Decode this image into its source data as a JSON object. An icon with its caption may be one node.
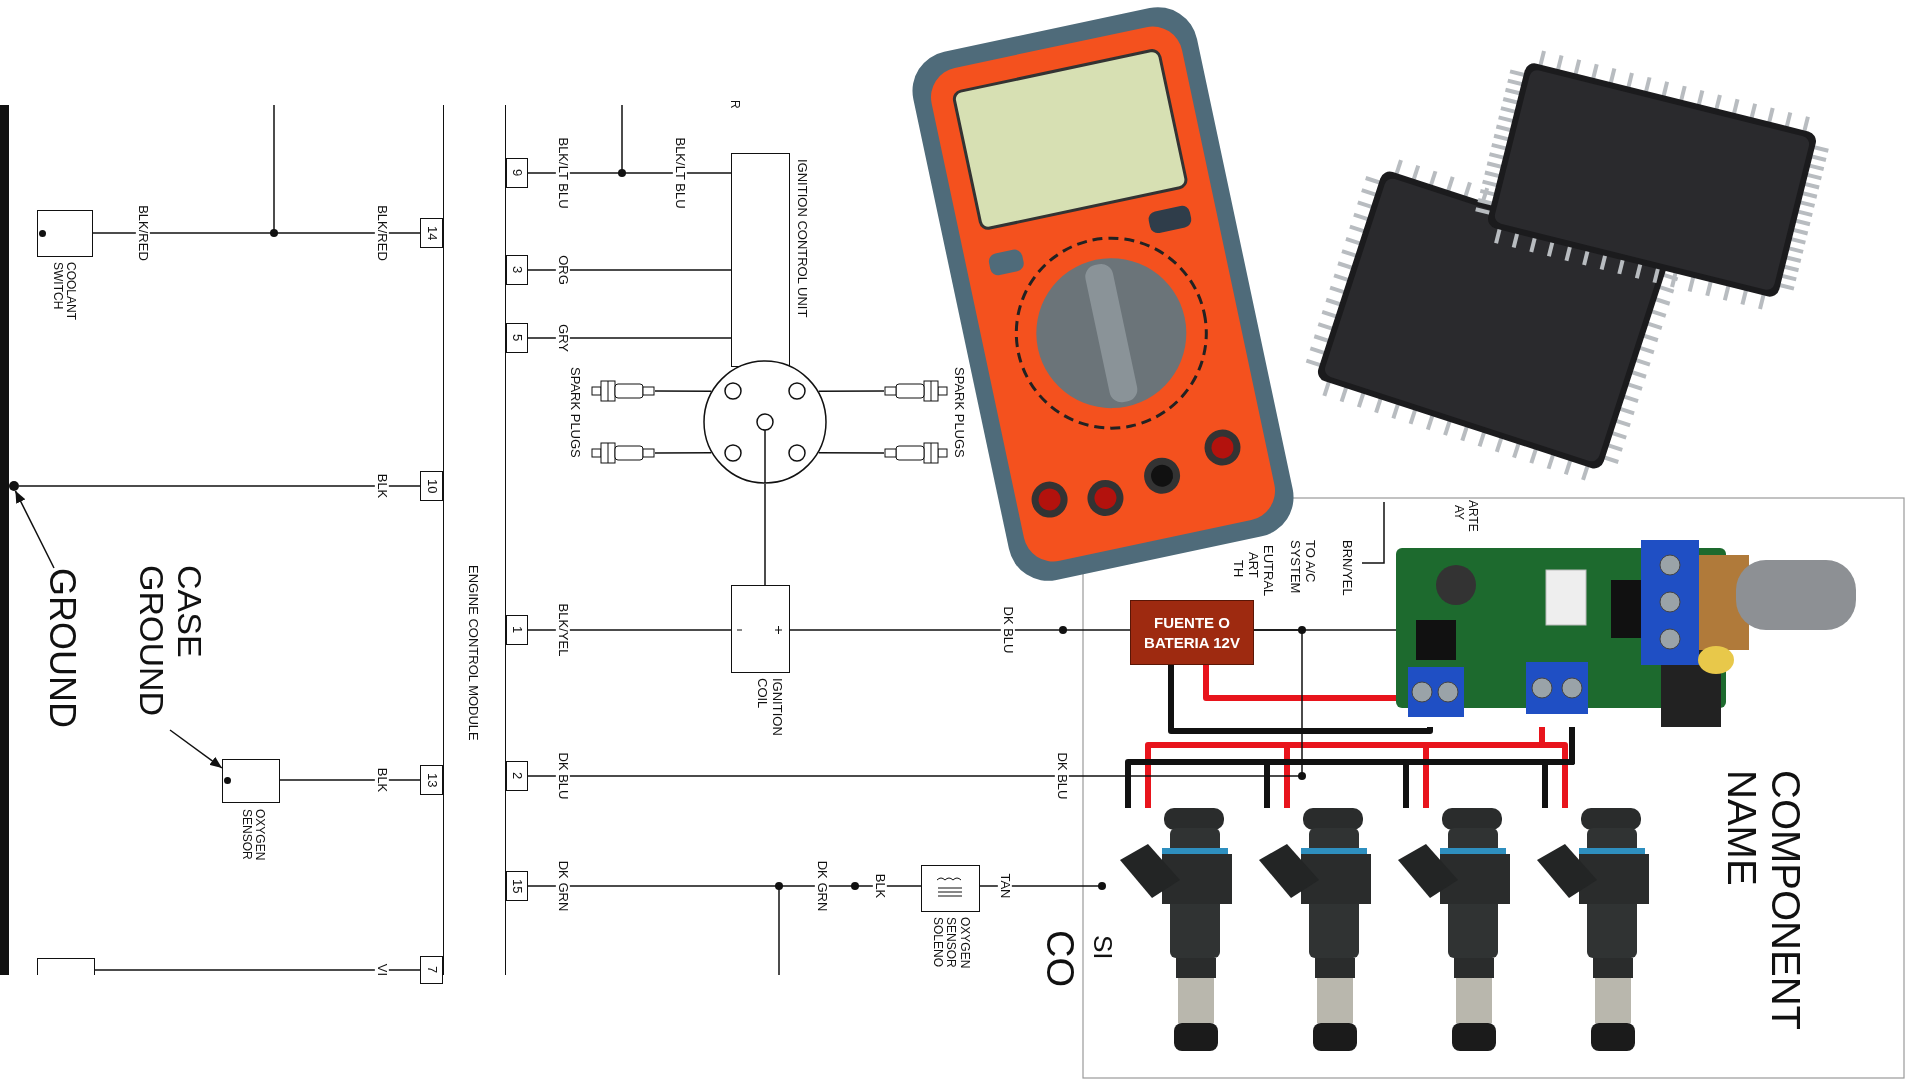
{
  "diagram": {
    "nodes": [
      {
        "text": [],
        "shape": "circle"
      },
      {
        "text": [],
        "shape": "box",
        "beside": [
          "COOLANT SWITCH"
        ]
      },
      {
        "text": [
          "GROUND"
        ]
      },
      {
        "text": [
          "CASE GROUND"
        ]
      },
      {
        "text": [],
        "shape": "box",
        "beside": [
          "OXYGEN SENSOR"
        ]
      },
      {
        "text": [],
        "shape": "box"
      },
      {
        "text": [
          "ENGINE CONTROL MODULE"
        ]
      },
      {
        "text": [
          "14"
        ]
      },
      {
        "text": [
          "10"
        ]
      },
      {
        "text": [
          "13"
        ]
      },
      {
        "text": [
          "7"
        ]
      },
      {
        "text": [
          "9"
        ]
      },
      {
        "text": [
          "3"
        ]
      },
      {
        "text": [
          "5"
        ]
      },
      {
        "text": [
          "1"
        ]
      },
      {
        "text": [
          "2"
        ]
      },
      {
        "text": [
          "15"
        ]
      },
      {
        "text": [
          "IGNITION CONTROL UNIT"
        ]
      },
      {
        "text": [],
        "shape": "circle"
      },
      {
        "text": [],
        "shape": "picture"
      },
      {
        "text": [],
        "shape": "picture"
      },
      {
        "text": [],
        "shape": "picture"
      },
      {
        "text": [],
        "shape": "picture"
      },
      {
        "text": [
          "IGNITION COIL"
        ]
      },
      {
        "text": [],
        "shape": "box",
        "beside": [
          "OXYGEN SENSOR SOLENO"
        ]
      },
      {
        "text": [],
        "shape": "picture"
      },
      {
        "text": [],
        "shape": "picture"
      },
      {
        "text": [
          "FUENTE O BATERIA 12V"
        ]
      },
      {
        "text": [],
        "shape": "picture"
      },
      {
        "text": [],
        "shape": "picture"
      },
      {
        "text": [],
        "shape": "picture"
      },
      {
        "text": [],
        "shape": "picture"
      },
      {
        "text": [],
        "shape": "picture"
      }
    ],
    "edges": [
      {
        "from": 7,
        "to": 1,
        "arrow": "none",
        "label": "BLK/RED"
      },
      {
        "from": 8,
        "to": 0,
        "arrow": "none",
        "label": "BLK"
      },
      {
        "from": 9,
        "to": 4,
        "arrow": "none",
        "label": "BLK"
      },
      {
        "from": 10,
        "to": 5,
        "arrow": "none",
        "label": "VI"
      },
      {
        "from": 11,
        "to": 17,
        "arrow": "none",
        "label": "BLK/LT BLU"
      },
      {
        "from": 12,
        "to": 17,
        "arrow": "none",
        "label": "ORG"
      },
      {
        "from": 13,
        "to": 17,
        "arrow": "none",
        "label": "GRY"
      },
      {
        "from": 18,
        "to": 19,
        "arrow": "none"
      },
      {
        "from": 18,
        "to": 20,
        "arrow": "none"
      },
      {
        "from": 18,
        "to": 21,
        "arrow": "none"
      },
      {
        "from": 18,
        "to": 22,
        "arrow": "none"
      },
      {
        "from": 18,
        "to": 23,
        "arrow": "none"
      },
      {
        "from": 14,
        "to": 23,
        "arrow": "none",
        "label": "BLK/YEL"
      },
      {
        "from": 23,
        "to": 27,
        "arrow": "none",
        "label": "DK BLU"
      },
      {
        "from": 16,
        "to": 24,
        "arrow": "none",
        "label": "DK GRN"
      },
      {
        "from": 27,
        "to": 28,
        "arrow": "none",
        "style": "thick",
        "color": "#e8141c"
      },
      {
        "from": 27,
        "to": 28,
        "arrow": "none",
        "style": "thick"
      },
      {
        "from": 28,
        "to": 29,
        "arrow": "none",
        "style": "thick",
        "color": "#e8141c"
      },
      {
        "from": 28,
        "to": 30,
        "arrow": "none",
        "style": "thick",
        "color": "#e8141c"
      },
      {
        "from": 28,
        "to": 31,
        "arrow": "none",
        "style": "thick",
        "color": "#e8141c"
      },
      {
        "from": 28,
        "to": 32,
        "arrow": "none",
        "style": "thick",
        "color": "#e8141c"
      },
      {
        "from": 28,
        "to": 29,
        "arrow": "none",
        "style": "thick"
      },
      {
        "from": 28,
        "to": 30,
        "arrow": "none",
        "style": "thick"
      },
      {
        "from": 28,
        "to": 31,
        "arrow": "none",
        "style": "thick"
      },
      {
        "from": 28,
        "to": 32,
        "arrow": "none",
        "style": "thick"
      },
      {
        "from": 2,
        "to": 0,
        "arrow": "to"
      },
      {
        "from": 3,
        "to": 4,
        "arrow": "to"
      },
      {
        "from": 15,
        "to": 27,
        "arrow": "none",
        "label": "DK BLU"
      },
      {
        "from": 27,
        "to": 28,
        "arrow": "none"
      }
    ],
    "labels": [
      "R",
      "BLK/RED",
      "BLK/LT BLU",
      "SPARK PLUGS",
      "SPARK PLUGS",
      "DK GRN",
      "BLK",
      "TAN",
      "DK BLU",
      "EUTRAL",
      "ART",
      "TH",
      "TO A/C SYSTEM",
      "BRN/YEL",
      "ARTE",
      "AY",
      "CO",
      "SI",
      "COMPONENT NAME"
    ]
  }
}
